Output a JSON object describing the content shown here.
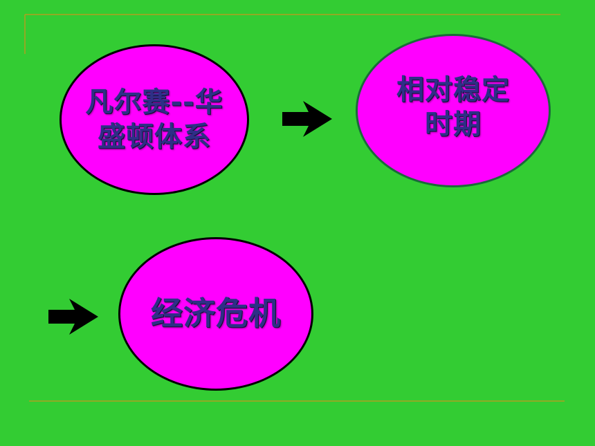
{
  "colors": {
    "background": "#33cc33",
    "node_fill": "#ff00ff",
    "text": "#2e2f86",
    "rule_line": "#b0a020",
    "arrow": "#000000"
  },
  "nodes": [
    {
      "text": "凡尔赛--华盛顿体系"
    },
    {
      "text": "相对稳定时期"
    },
    {
      "text": "经济危机"
    }
  ],
  "arrows": [
    {
      "icon": "arrow-right-icon",
      "from": 0,
      "to": 1
    },
    {
      "icon": "arrow-right-icon",
      "from": 1,
      "to": 2
    }
  ]
}
